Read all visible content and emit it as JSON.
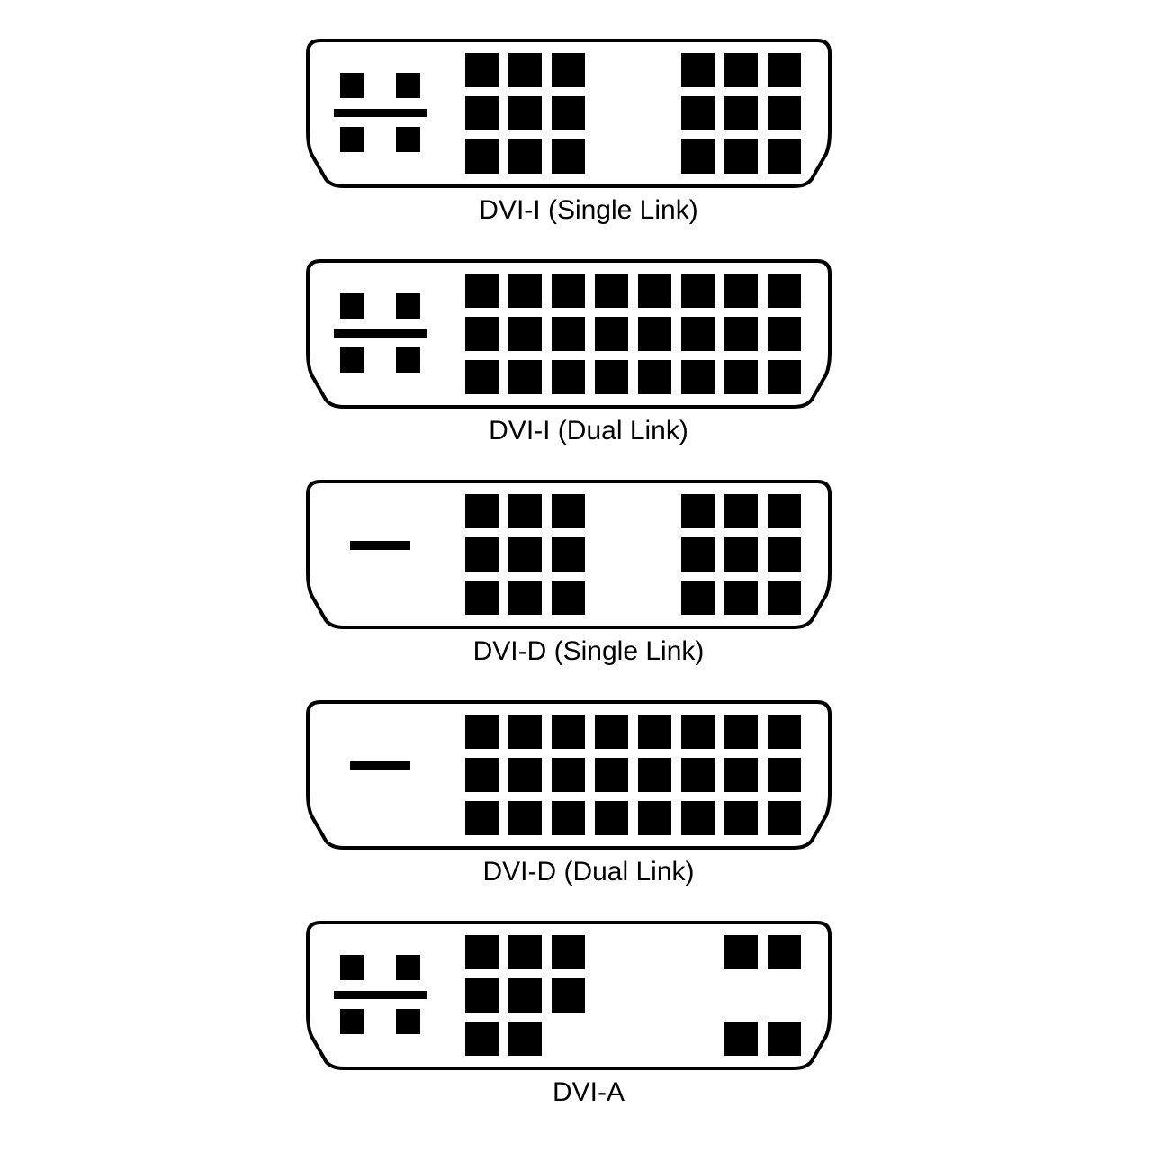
{
  "colors": {
    "ink": "#000000",
    "background": "#ffffff"
  },
  "connectors": [
    {
      "label": "DVI-I (Single Link)",
      "analog": true,
      "pins": [
        [
          1,
          1,
          1,
          0,
          0,
          1,
          1,
          1
        ],
        [
          1,
          1,
          1,
          0,
          0,
          1,
          1,
          1
        ],
        [
          1,
          1,
          1,
          0,
          0,
          1,
          1,
          1
        ]
      ]
    },
    {
      "label": "DVI-I (Dual Link)",
      "analog": true,
      "pins": [
        [
          1,
          1,
          1,
          1,
          1,
          1,
          1,
          1
        ],
        [
          1,
          1,
          1,
          1,
          1,
          1,
          1,
          1
        ],
        [
          1,
          1,
          1,
          1,
          1,
          1,
          1,
          1
        ]
      ]
    },
    {
      "label": "DVI-D (Single Link)",
      "analog": false,
      "pins": [
        [
          1,
          1,
          1,
          0,
          0,
          1,
          1,
          1
        ],
        [
          1,
          1,
          1,
          0,
          0,
          1,
          1,
          1
        ],
        [
          1,
          1,
          1,
          0,
          0,
          1,
          1,
          1
        ]
      ]
    },
    {
      "label": "DVI-D (Dual Link)",
      "analog": false,
      "pins": [
        [
          1,
          1,
          1,
          1,
          1,
          1,
          1,
          1
        ],
        [
          1,
          1,
          1,
          1,
          1,
          1,
          1,
          1
        ],
        [
          1,
          1,
          1,
          1,
          1,
          1,
          1,
          1
        ]
      ]
    },
    {
      "label": "DVI-A",
      "analog": true,
      "pins": [
        [
          1,
          1,
          1,
          0,
          0,
          0,
          1,
          1
        ],
        [
          1,
          1,
          1,
          0,
          0,
          0,
          0,
          0
        ],
        [
          1,
          1,
          0,
          0,
          0,
          0,
          1,
          1
        ]
      ]
    }
  ]
}
